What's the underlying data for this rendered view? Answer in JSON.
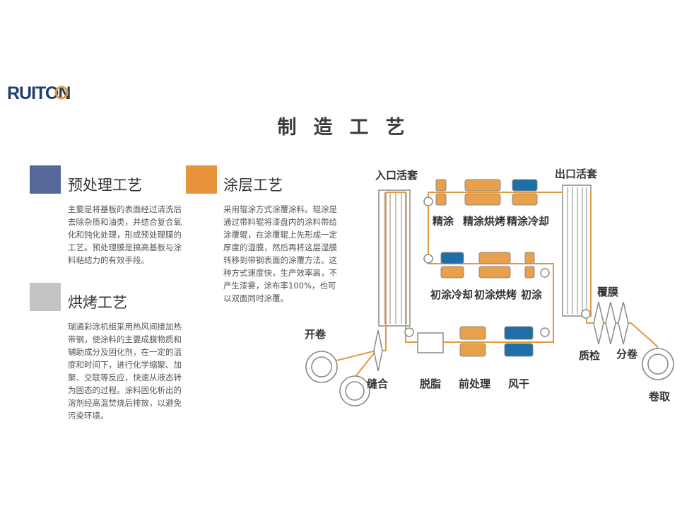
{
  "logo": {
    "text": "RUITON",
    "colors": {
      "blue": "#1f3f6e",
      "orange": "#e89a2e"
    }
  },
  "title": "制造工艺",
  "sections": {
    "pretreat": {
      "title": "预处理工艺",
      "color": "#56689a",
      "lines": [
        "主要是将基板的表面经过清洗后",
        "去除杂质和油类，并结合复合氧",
        "化和钝化处理，形成预处理膜的",
        "工艺。预处理膜是搞高基板与涂",
        "料粘结力的有效手段。"
      ]
    },
    "coating": {
      "title": "涂层工艺",
      "color": "#e8943a",
      "lines": [
        "采用辊涂方式涂覆涂料。辊涂是",
        "通过带料辊将漆盘内的涂料带给",
        "涂覆辊，在涂覆辊上先形成一定",
        "厚度的湿膜，然后再将这层湿膜",
        "转移到带钢表面的涂覆方法。这",
        "种方式速度快，生产效率高，不",
        "产生漆雾，涂布率100%，也可",
        "以双面同时涂覆。"
      ]
    },
    "bake": {
      "title": "烘烤工艺",
      "color": "#c4c4c6",
      "lines": [
        "瑞通彩涂机组采用热风间接加热",
        "带钢，使涂料的主要成膜物质和",
        "辅助成分及固化剂，在一定的温",
        "度和时间下，进行化学缩聚、加",
        "聚、交联等反应，快速从液态转",
        "为固态的过程。涂料固化析出的",
        "溶剂经高温焚烧后排放，以避免",
        "污染环境。"
      ]
    }
  },
  "diagram": {
    "colors": {
      "line": "#e39a3c",
      "orange": "#e8a04c",
      "blue": "#1e6fa5",
      "outline": "#8a8a8a"
    },
    "labels": {
      "entry_loop": "入口活套",
      "exit_loop": "出口活套",
      "fine_coat": "精涂",
      "fine_bake": "精涂烘烤",
      "fine_cool": "精涂冷却",
      "prime_cool": "初涂冷却",
      "prime_bake": "初涂烘烤",
      "prime_coat": "初涂",
      "laminate": "覆膜",
      "uncoil": "开卷",
      "stitch": "缝合",
      "degrease": "脱脂",
      "pretreat": "前处理",
      "dry": "风干",
      "inspect": "质检",
      "split": "分卷",
      "recoil": "卷取"
    }
  }
}
